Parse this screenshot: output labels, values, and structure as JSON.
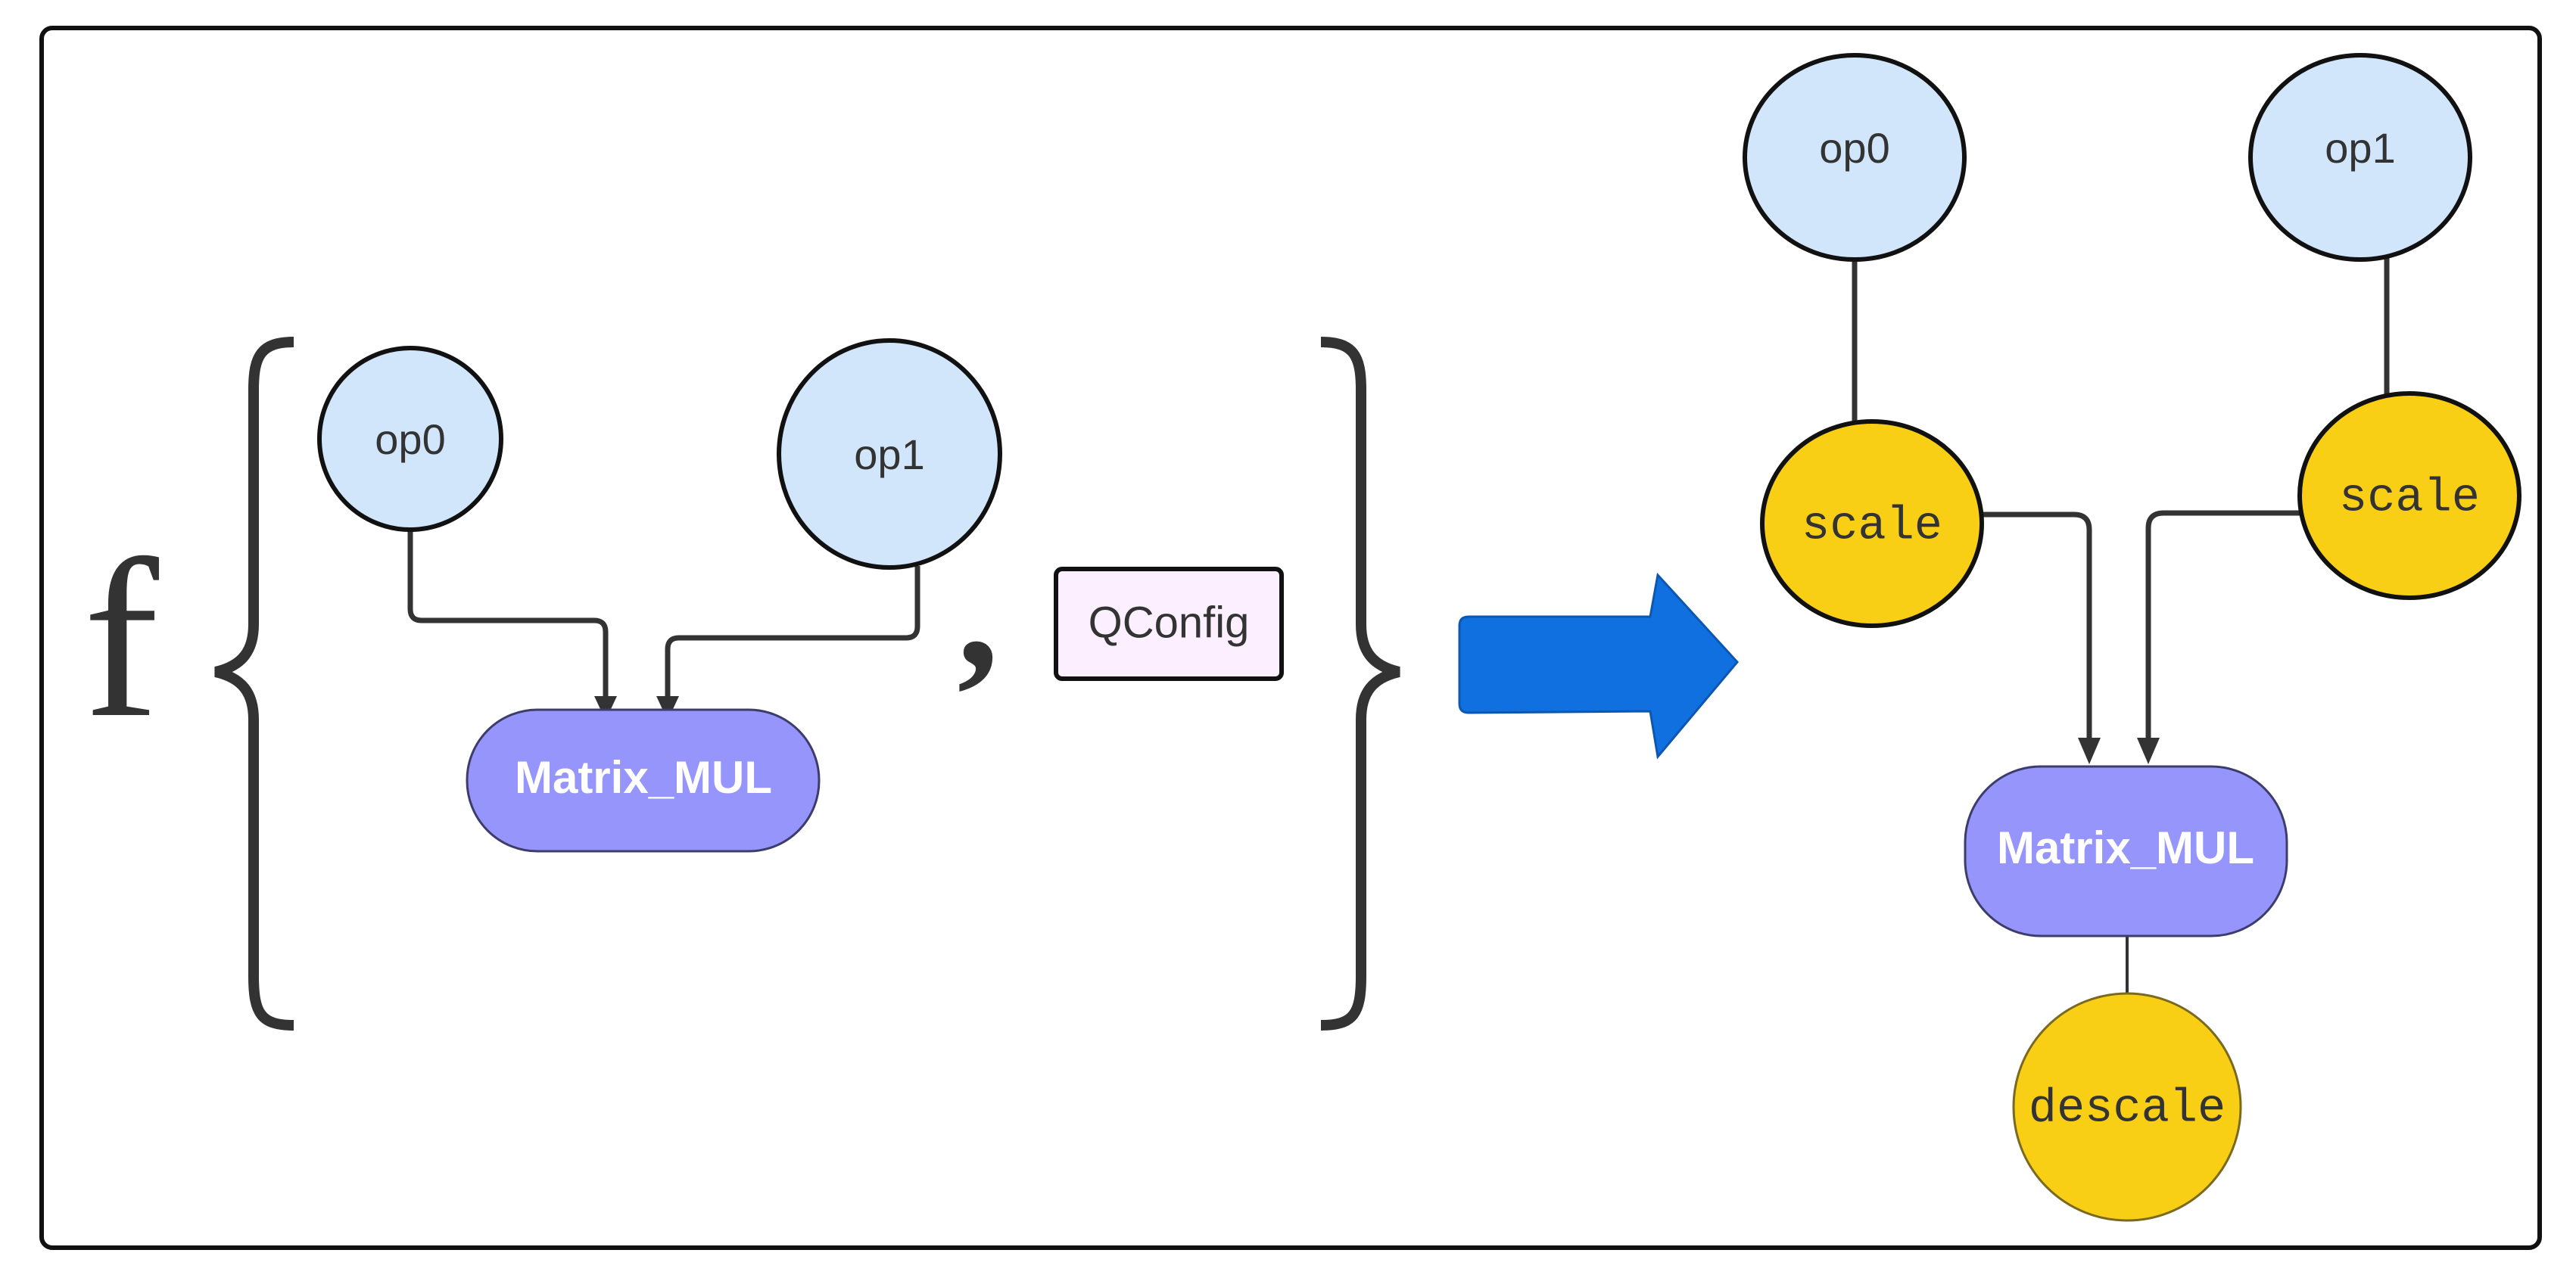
{
  "colors": {
    "operand_fill": "#d1e5fb",
    "scale_fill": "#f9cf16",
    "matmul_fill": "#9595fb",
    "qconfig_fill": "#fcefff",
    "arrow_fill": "#1170e0",
    "stroke": "#333333"
  },
  "left": {
    "function_symbol": "f",
    "comma": ",",
    "op0": "op0",
    "op1": "op1",
    "matmul": "Matrix_MUL",
    "qconfig": "QConfig"
  },
  "right": {
    "op0": "op0",
    "op1": "op1",
    "scale_left": "scale",
    "scale_right": "scale",
    "matmul": "Matrix_MUL",
    "descale": "descale"
  },
  "icons": {
    "transform_arrow": "right-arrow-icon"
  }
}
